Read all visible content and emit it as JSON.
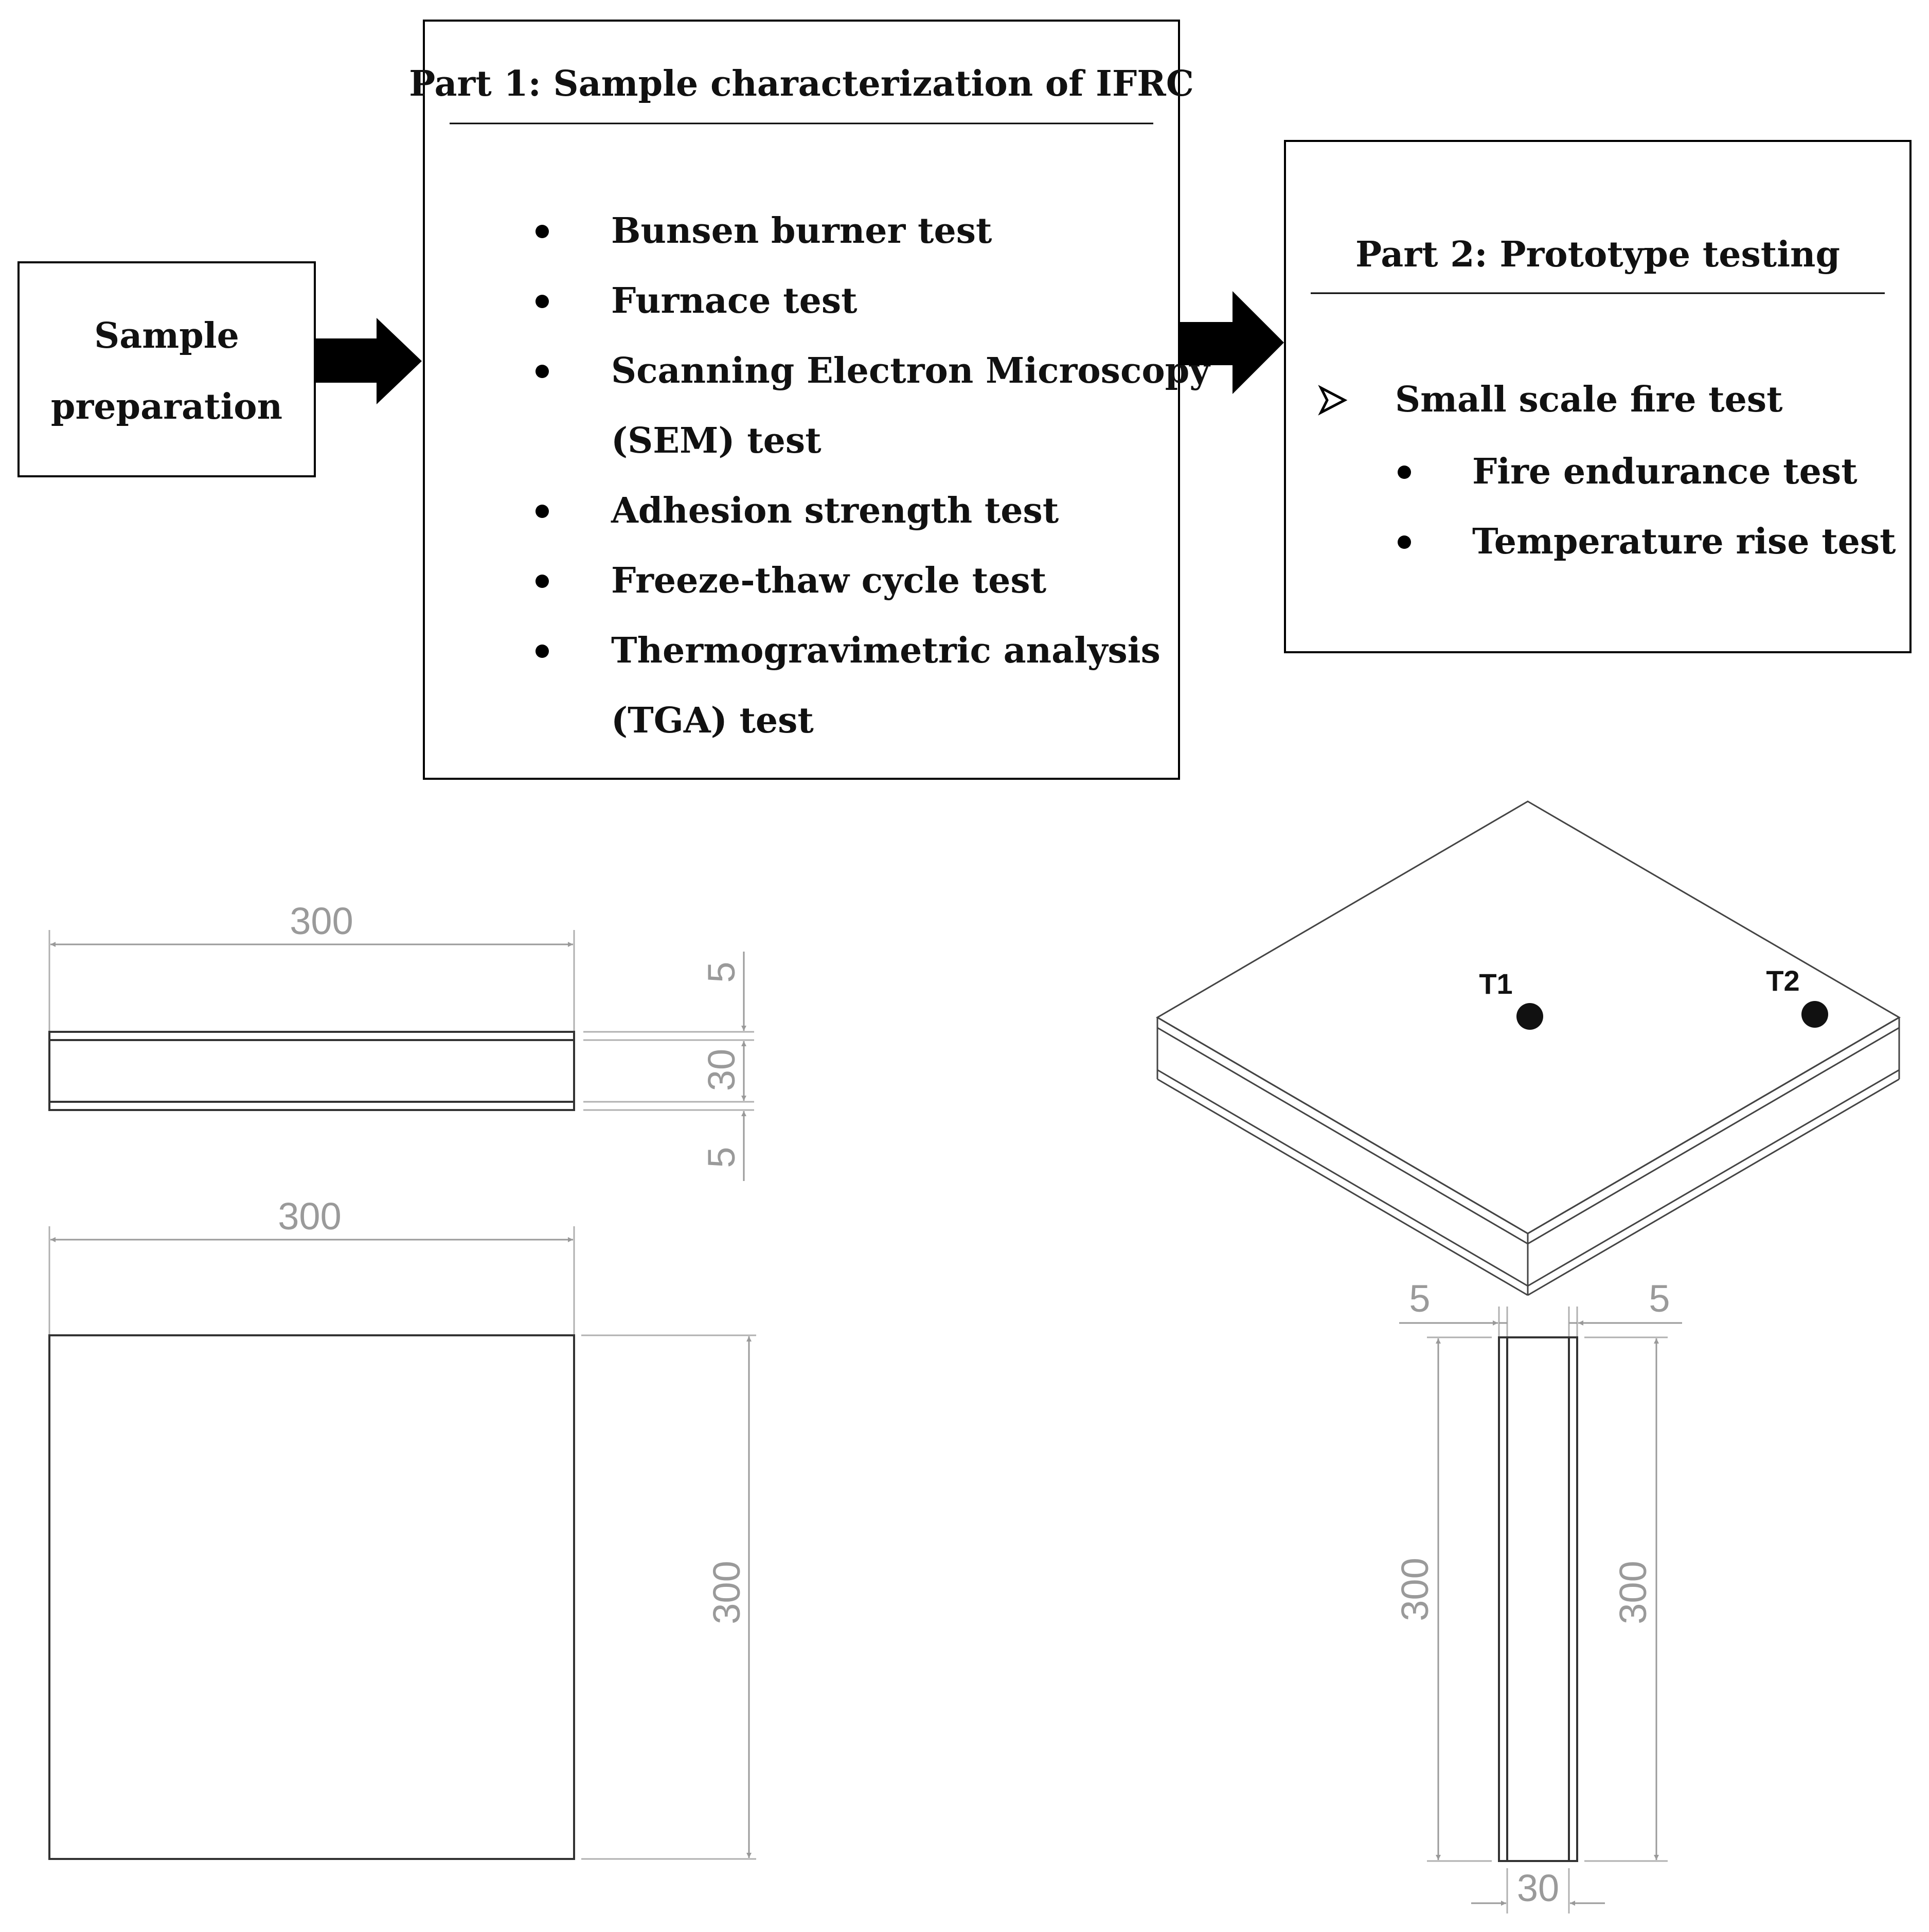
{
  "flow": {
    "sample_prep": {
      "line1": "Sample",
      "line2": "preparation"
    },
    "part1": {
      "title": "Part 1: Sample characterization of IFRC",
      "items": [
        "Bunsen burner test",
        "Furnace test",
        "Scanning Electron Microscopy",
        "(SEM) test",
        "Adhesion strength test",
        "Freeze-thaw cycle test",
        "Thermogravimetric analysis",
        "(TGA) test"
      ]
    },
    "part2": {
      "title": "Part 2: Prototype testing",
      "main_item": "Small scale fire test",
      "sub_items": [
        "Fire endurance test",
        "Temperature rise test"
      ]
    }
  },
  "drawing": {
    "front_width": "300",
    "layer_top": "5",
    "core": "30",
    "layer_bottom": "5",
    "plan_width": "300",
    "plan_height": "300",
    "side_left_layer": "5",
    "side_right_layer": "5",
    "side_height_left": "300",
    "side_height_right": "300",
    "side_core": "30",
    "sensor1": "T1",
    "sensor2": "T2"
  },
  "colors": {
    "line": "#000000",
    "dimension": "#9a9a9a"
  }
}
